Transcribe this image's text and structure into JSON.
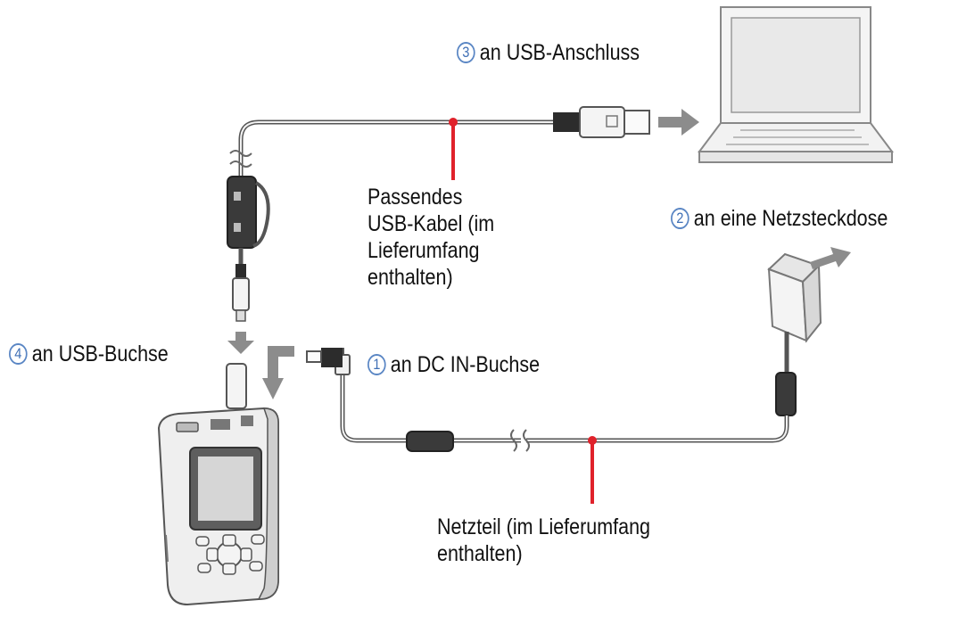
{
  "steps": [
    {
      "number": "3",
      "text": "an USB-Anschluss"
    },
    {
      "number": "2",
      "text": "an eine Netzsteckdose"
    },
    {
      "number": "4",
      "text": "an USB-Buchse"
    },
    {
      "number": "1",
      "text": "an DC IN-Buchse"
    }
  ],
  "usb_cable_label": [
    "Passendes",
    "USB-Kabel (im",
    "Lieferumfang",
    "enthalten)"
  ],
  "adapter_label": [
    "Netzteil (im Lieferumfang",
    "enthalten)"
  ],
  "colors": {
    "callout_line": "#e0222b",
    "step_circle": "#5a86c4",
    "arrow": "#8c8c8c"
  }
}
